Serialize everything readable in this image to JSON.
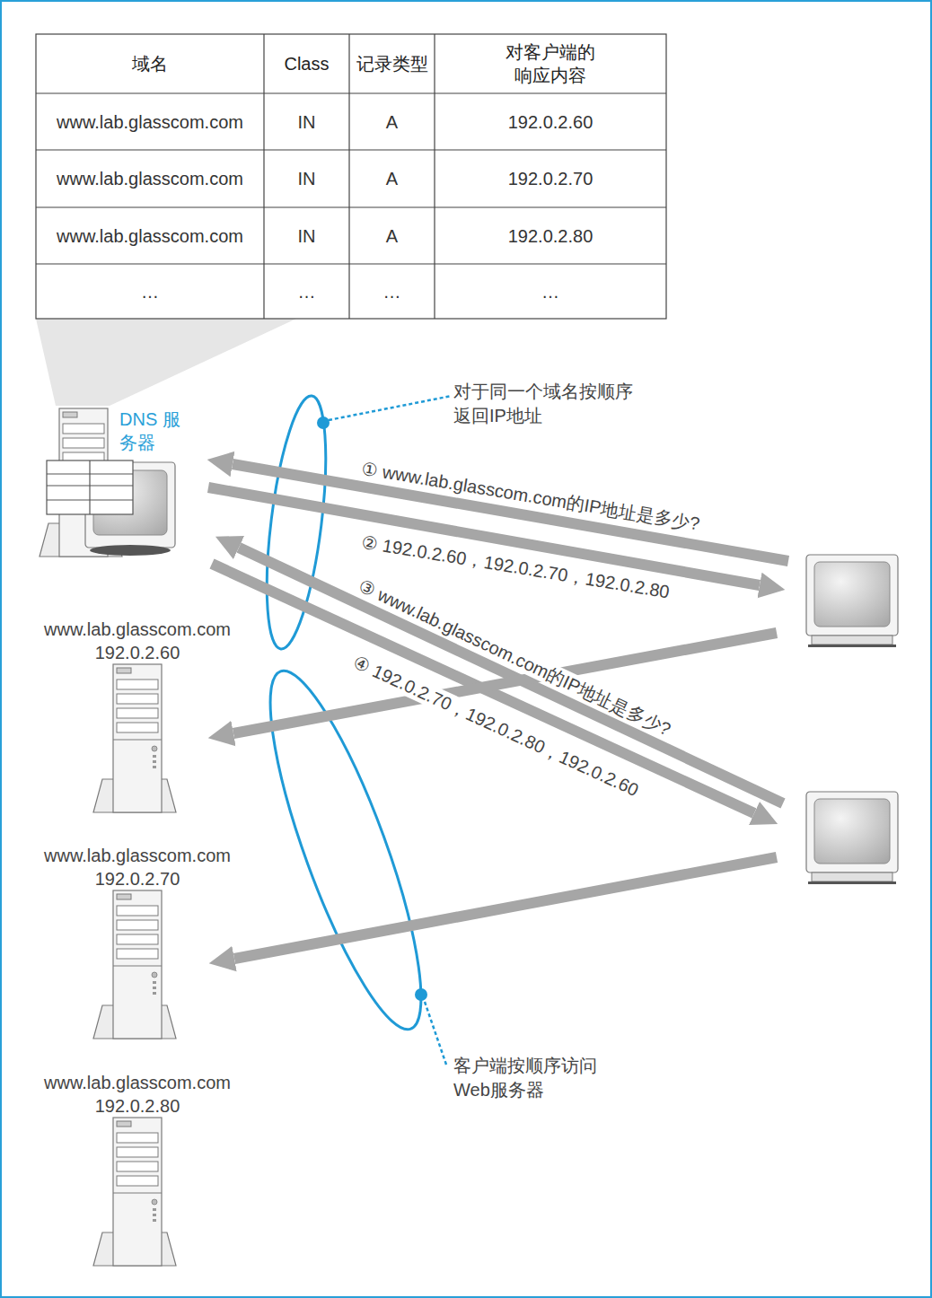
{
  "diagram": {
    "nodes": [
      {
        "text": [
          "DNS 服务器"
        ]
      },
      {
        "text": [
          "www.lab.glasscom.com",
          "192.0.2.60"
        ]
      },
      {
        "text": [
          "www.lab.glasscom.com",
          "192.0.2.70"
        ]
      },
      {
        "text": [
          "www.lab.glasscom.com",
          "192.0.2.80"
        ]
      }
    ],
    "labels": [
      "域名",
      "Class",
      "记录类型",
      "对客户端的 响应内容",
      "www.lab.glasscom.com",
      "IN",
      "A",
      "192.0.2.60",
      "www.lab.glasscom.com",
      "IN",
      "A",
      "192.0.2.70",
      "www.lab.glasscom.com",
      "IN",
      "A",
      "192.0.2.80",
      "…",
      "…",
      "…",
      "…",
      "对于同一个域名按顺序 返回IP地址",
      "① www.lab.glasscom.com的IP地址是多少?",
      "② 192.0.2.60，192.0.2.70，192.0.2.80",
      "③ www.lab.glasscom.com的IP地址是多少?",
      "④ 192.0.2.70，192.0.2.80，192.0.2.60",
      "客户端按顺序访问 Web服务器"
    ]
  }
}
